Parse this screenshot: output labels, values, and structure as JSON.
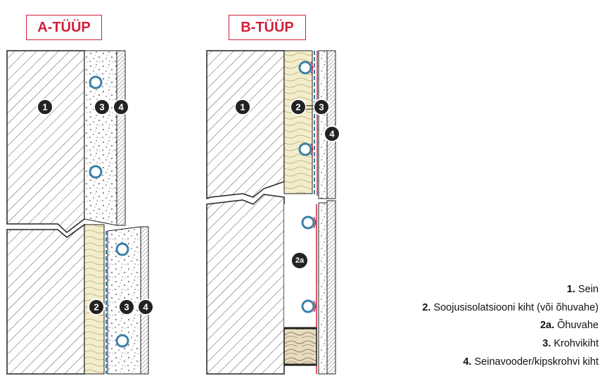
{
  "titles": {
    "a": "A-TÜÜP",
    "b": "B-TÜÜP"
  },
  "markers": {
    "a_upper": [
      "1",
      "3",
      "4"
    ],
    "a_lower": [
      "2",
      "3",
      "4"
    ],
    "b_upper": [
      "1",
      "2",
      "3",
      "4"
    ],
    "b_lower": [
      "2a"
    ]
  },
  "legend": [
    {
      "num": "1.",
      "text": "Sein"
    },
    {
      "num": "2.",
      "text": "Soojusisolatsiooni kiht (või õhuvahe)"
    },
    {
      "num": "2a.",
      "text": "Õhuvahe"
    },
    {
      "num": "3.",
      "text": "Krohvikiht"
    },
    {
      "num": "4.",
      "text": "Seinavooder/kipskrohvi kiht"
    }
  ],
  "colors": {
    "accent": "#d0213a",
    "pipe": "#3a7fa8",
    "insulation": "#f3edcb",
    "wood": "#e8dcc0"
  }
}
